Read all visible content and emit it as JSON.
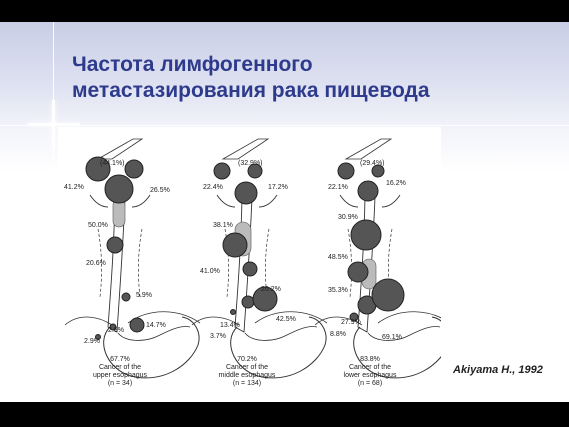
{
  "slide": {
    "title_lines": [
      "Частота лимфогенного",
      "метастазирования рака пищевода"
    ],
    "reference": "Akiyama H., 1992"
  },
  "figure": {
    "panels": [
      {
        "header": "(44.1%)",
        "labels": [
          "41.2%",
          "26.5%",
          "50.0%",
          "20.6%",
          "5.9%",
          "2.9%",
          "14.7%",
          "2.9%"
        ],
        "caption": [
          "67.7%",
          "Cancer of the",
          "upper esophagus",
          "(n = 34)"
        ]
      },
      {
        "header": "(32.9%)",
        "labels": [
          "22.4%",
          "17.2%",
          "38.1%",
          "41.0%",
          "20.2%",
          "13.4%",
          "42.5%",
          "3.7%"
        ],
        "caption": [
          "70.2%",
          "Cancer of the",
          "middle esophagus",
          "(n = 134)"
        ]
      },
      {
        "header": "(29.4%)",
        "labels": [
          "22.1%",
          "16.2%",
          "30.9%",
          "48.5%",
          "35.3%",
          "27.9%",
          "8.8%",
          "69.1%"
        ],
        "caption": [
          "83.8%",
          "Cancer of the",
          "lower esophagus",
          "(n = 68)"
        ]
      }
    ]
  }
}
